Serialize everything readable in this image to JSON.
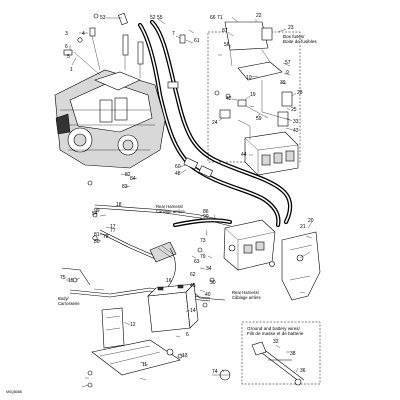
{
  "callouts": {
    "c53": "53",
    "c52_55": "52 55",
    "c3": "3",
    "c4": "4",
    "c6": "6",
    "c5": "5",
    "c1": "1",
    "c7": "7",
    "c66_71": "66 71",
    "c22": "22",
    "c23": "23",
    "c87": "87",
    "c56": "56",
    "c61": "61",
    "c10": "10",
    "c57": "57",
    "c9": "9",
    "c39": "39",
    "c42": "42",
    "c24": "24",
    "c19": "19",
    "c28": "28",
    "c25": "25",
    "c33": "33",
    "c43": "43",
    "c59": "59",
    "c82": "82",
    "c83": "83",
    "c84": "84",
    "c60": "60",
    "c48": "48",
    "c44": "44",
    "c99": "99",
    "c17": "17",
    "c18": "18",
    "c54": "54",
    "c86": "86",
    "c90": "90",
    "c21": "21",
    "c20": "20",
    "c81": "81",
    "c80": "80",
    "c78": "78",
    "c77": "77",
    "c73": "73",
    "c79": "79",
    "c63": "63",
    "c34": "34",
    "c62": "62",
    "c16": "16",
    "c15": "15",
    "c75": "75",
    "c45": "45",
    "c40": "40",
    "c30": "30",
    "c12": "12",
    "c14": "14",
    "c11": "11",
    "c13": "13",
    "c6b": "6",
    "c32": "32",
    "c38": "38",
    "c74": "74",
    "c36": "36"
  },
  "notes": {
    "box_fuse": "Box fuses/\nBoite de fusibles",
    "rear_harness_1": "Rear Harness/\nCâblage arrière",
    "rear_harness_2": "Rear Harness/\nCâblage arrière",
    "body": "Body/\nCarrosserie",
    "ground_battery": "Ground and battery wires/\nFils de masse et de batterie"
  },
  "figure_code": "M0Q8088"
}
